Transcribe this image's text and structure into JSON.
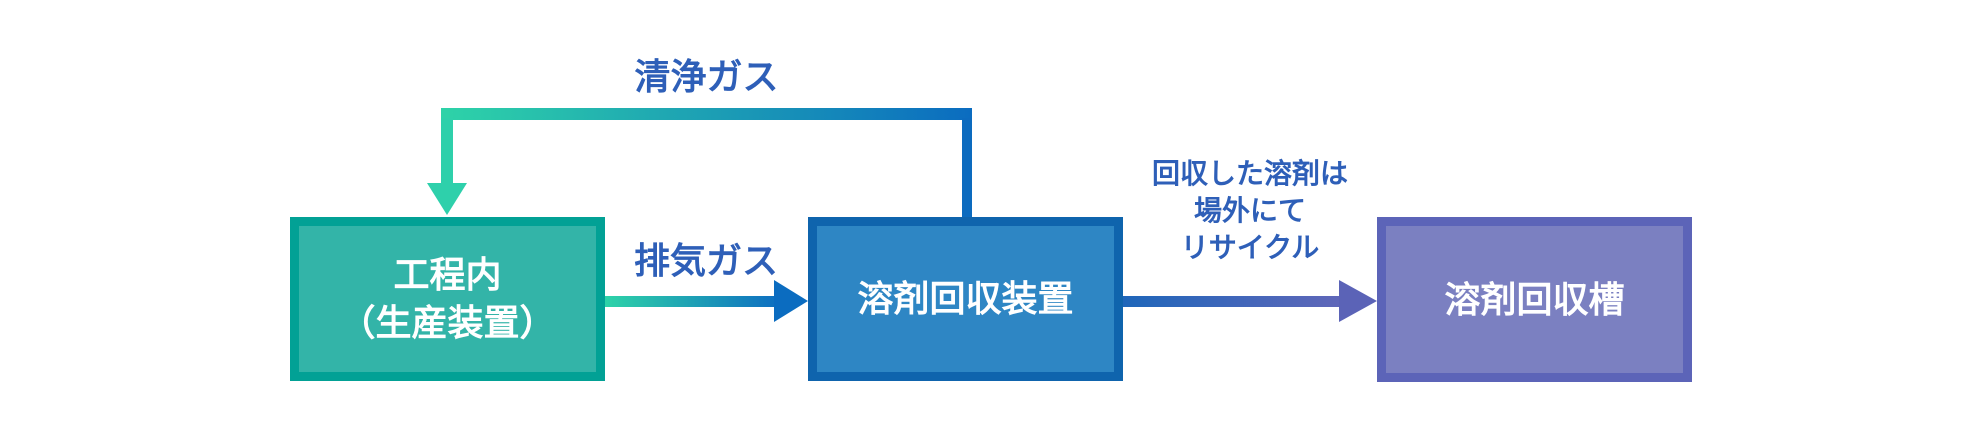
{
  "boxes": [
    {
      "label": "工程内\n（生産装置）",
      "fill": "#33b4a8",
      "border_color": "#02a195"
    },
    {
      "label": "溶剤回収装置",
      "fill": "#2e86c4",
      "border_color": "#0f64ad"
    },
    {
      "label": "溶剤回収槽",
      "fill": "#7b80c1",
      "border_color": "#5c64b8"
    }
  ],
  "flows": [
    {
      "label": "清浄ガス",
      "from": "溶剤回収装置",
      "to": "工程内（生産装置）",
      "gradient": [
        "#2ed3a8",
        "#0b6cc0"
      ]
    },
    {
      "label": "排気ガス",
      "from": "工程内（生産装置）",
      "to": "溶剤回収装置",
      "gradient": [
        "#2ed3a8",
        "#0e6fc1"
      ]
    },
    {
      "label": "回収した溶剤は\n場外にて\nリサイクル",
      "from": "溶剤回収装置",
      "to": "溶剤回収槽",
      "gradient": [
        "#1e66ba",
        "#6067b9"
      ]
    }
  ],
  "label_color": "#2e5fb8"
}
